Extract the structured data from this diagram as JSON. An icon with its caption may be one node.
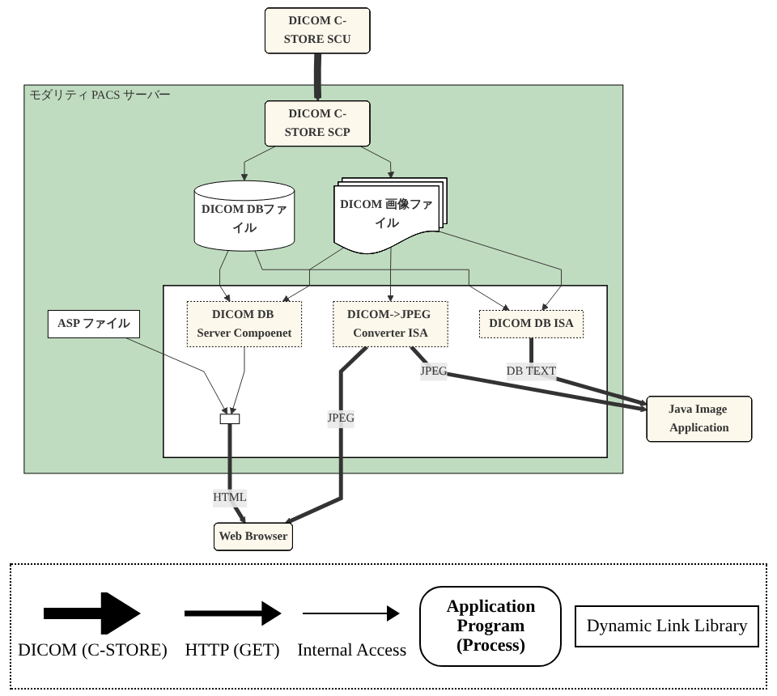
{
  "diagram": {
    "nodes": [
      {
        "text": [
          "モダリティ PACS サーバー"
        ]
      },
      {
        "text": [
          "DICOM C-STORE SCU"
        ]
      },
      {
        "text": [
          "DICOM C-STORE SCP"
        ],
        "in": 0
      },
      {
        "text": [
          "DICOM 画像ファイル"
        ],
        "in": 0
      },
      {
        "text": [
          "DICOM DBファイル"
        ],
        "in": 0
      },
      {
        "text": [],
        "shape": "box",
        "in": 0
      },
      {
        "text": [
          "DICOM DB ISA"
        ],
        "in": 5
      },
      {
        "text": [
          "DICOM->JPEG Converter ISA"
        ],
        "in": 5
      },
      {
        "text": [
          "DICOM DB Server Compoenet"
        ],
        "in": 5
      },
      {
        "text": [],
        "shape": "box",
        "in": 5
      },
      {
        "text": [
          "ASP ファイル"
        ],
        "in": 0
      },
      {
        "text": [
          "Java Image Application"
        ]
      },
      {
        "text": [
          "Web Browser"
        ]
      }
    ],
    "edges": [
      {
        "from": 1,
        "to": 2,
        "arrow": "to",
        "style": "thick"
      },
      {
        "from": 2,
        "to": 3,
        "arrow": "to"
      },
      {
        "from": 2,
        "to": 4,
        "arrow": "to"
      },
      {
        "from": 3,
        "to": 6,
        "arrow": "to"
      },
      {
        "from": 3,
        "to": 7,
        "arrow": "to"
      },
      {
        "from": 3,
        "to": 8,
        "arrow": "to"
      },
      {
        "from": 4,
        "to": 6,
        "arrow": "to"
      },
      {
        "from": 4,
        "to": 8,
        "arrow": "to"
      },
      {
        "from": 8,
        "to": 9,
        "arrow": "to"
      },
      {
        "from": 10,
        "to": 9,
        "arrow": "to"
      },
      {
        "from": 6,
        "to": 11,
        "arrow": "to",
        "style": "thick",
        "label": "DB TEXT"
      },
      {
        "from": 7,
        "to": 11,
        "arrow": "to",
        "style": "thick",
        "label": "JPEG"
      },
      {
        "from": 7,
        "to": 12,
        "arrow": "to",
        "style": "thick",
        "label": "JPEG"
      },
      {
        "from": 9,
        "to": 12,
        "arrow": "to",
        "style": "thick",
        "label": "HTML"
      }
    ],
    "legend": [
      {
        "text": "DICOM (C-STORE)"
      },
      {
        "text": "HTTP (GET)"
      },
      {
        "text": "Internal Access"
      },
      {
        "text": "Application Program (Process)"
      },
      {
        "text": "Dynamic Link Library"
      }
    ]
  }
}
